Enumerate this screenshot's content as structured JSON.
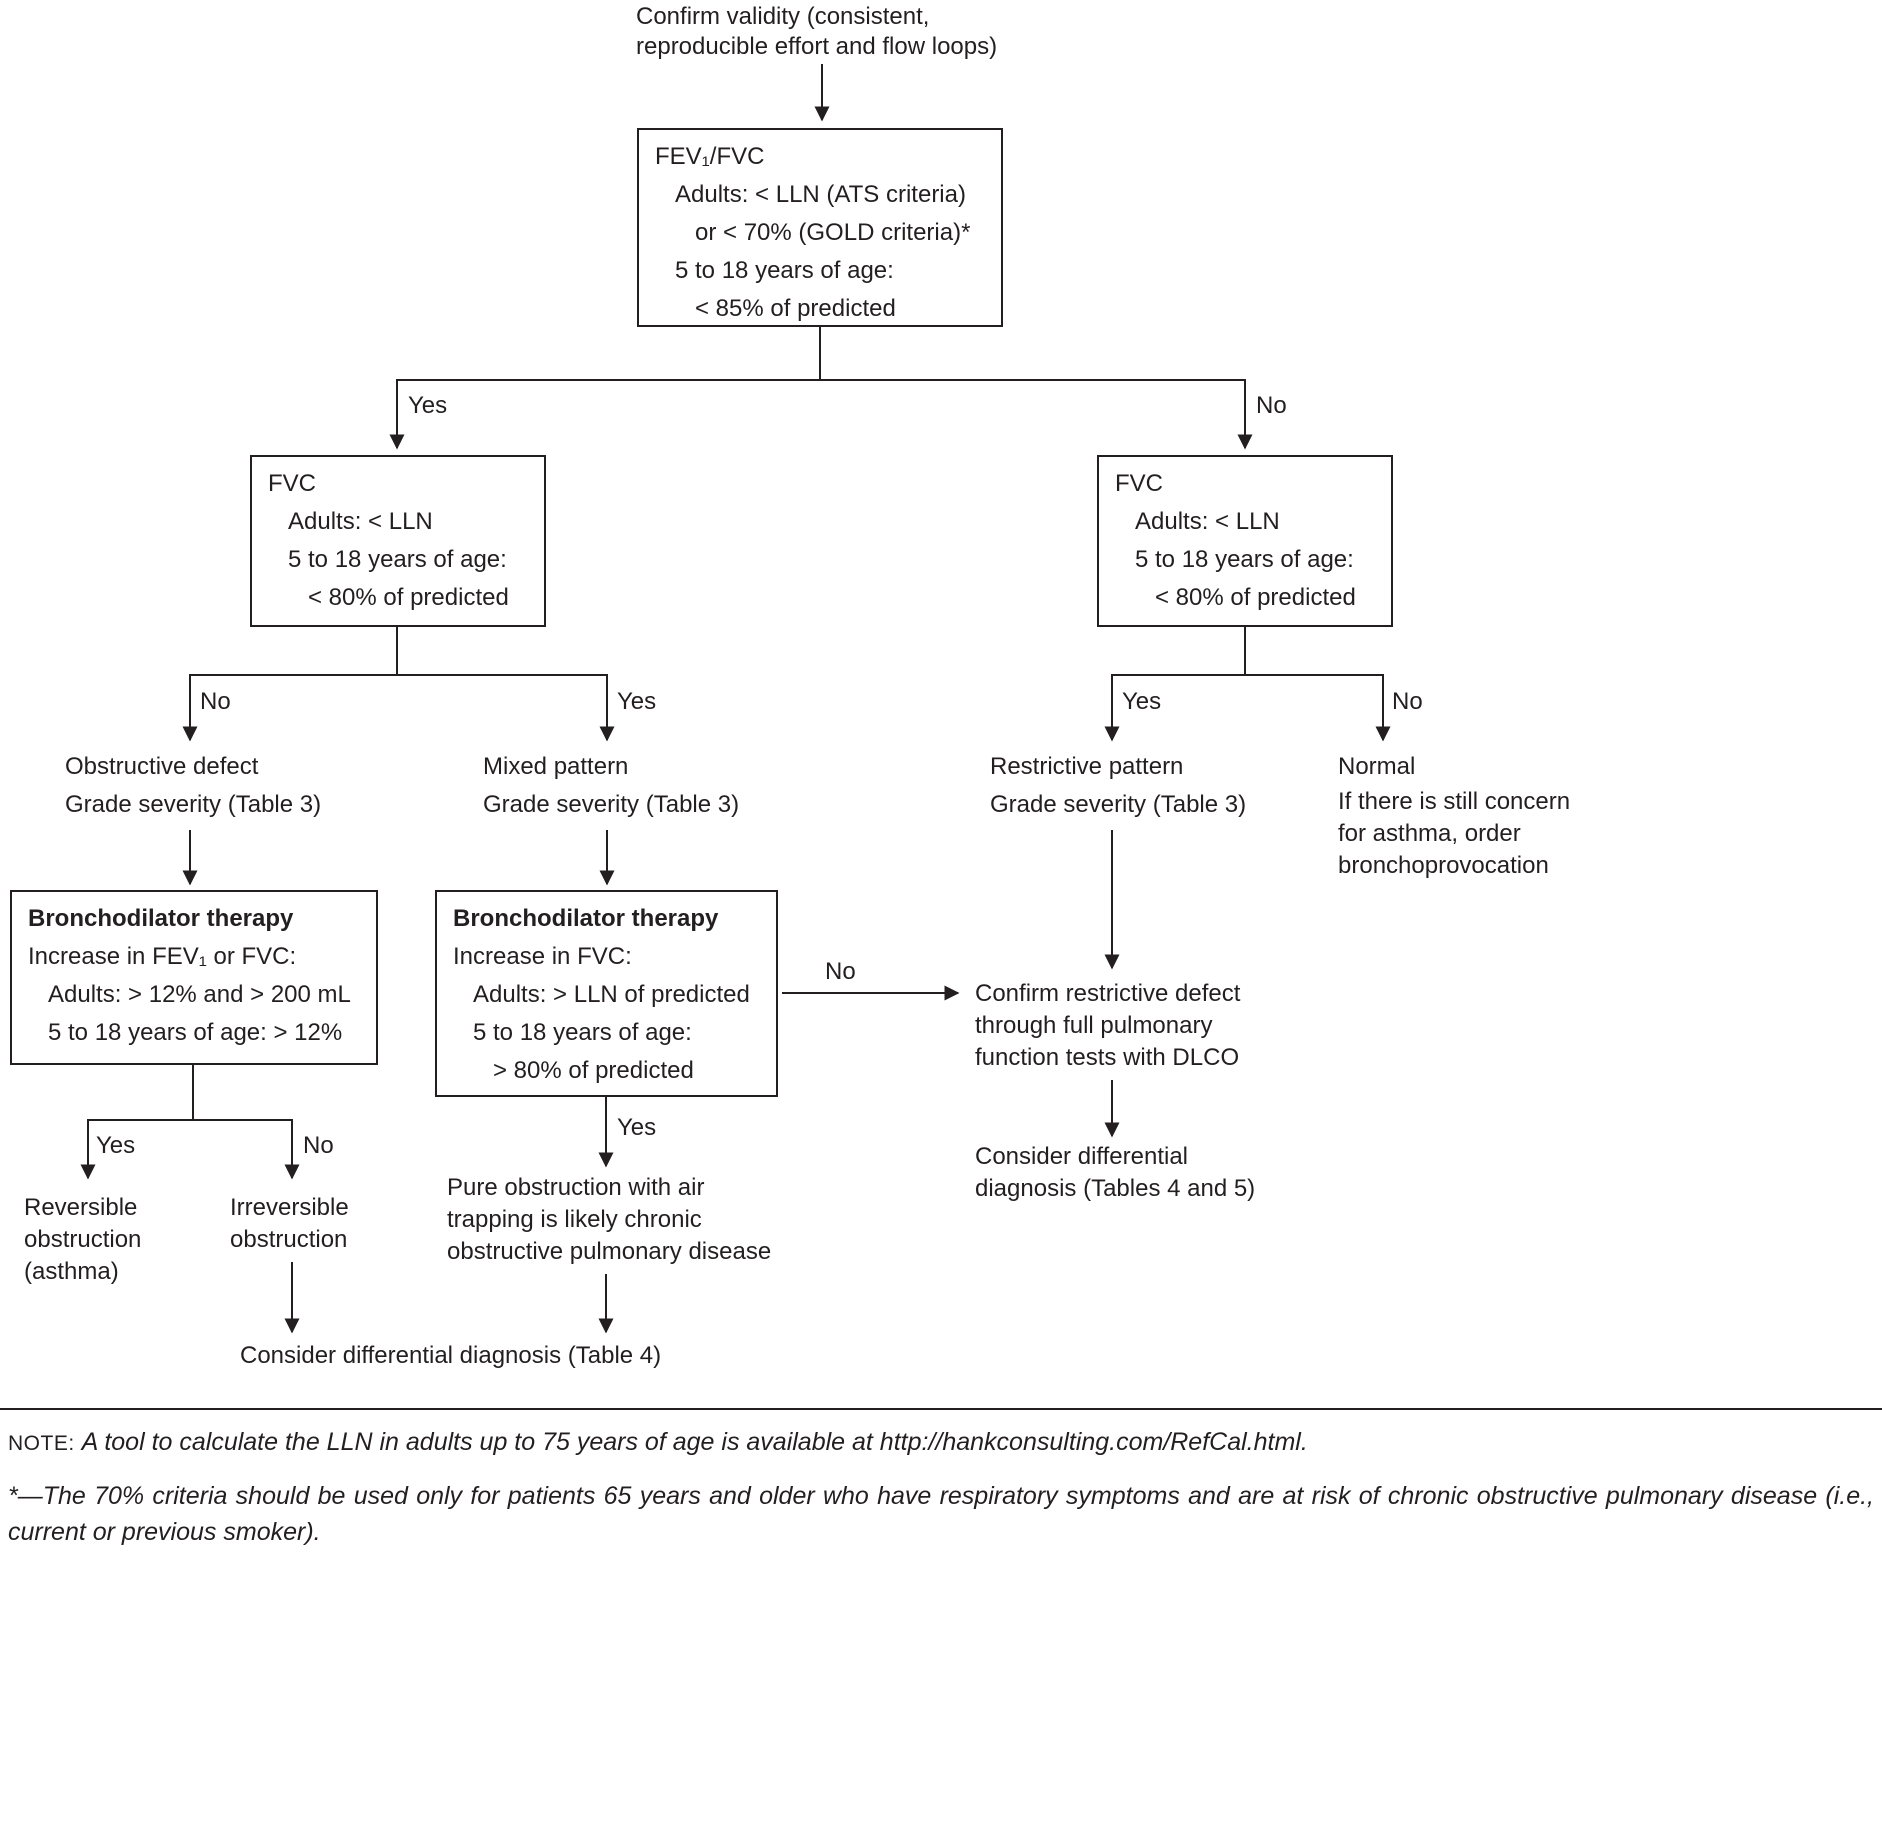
{
  "colors": {
    "ink": "#231f20",
    "background": "#ffffff"
  },
  "branch_labels": {
    "yes": "Yes",
    "no": "No"
  },
  "start": {
    "lines": [
      "Confirm validity (consistent,",
      "reproducible effort and flow loops)"
    ]
  },
  "fev_fvc_box": {
    "lines": [
      "FEV₁/FVC",
      "Adults: < LLN (ATS criteria)",
      "or < 70% (GOLD criteria)*",
      "5 to 18 years of age:",
      "< 85% of predicted"
    ]
  },
  "fvc_left_box": {
    "lines": [
      "FVC",
      "Adults: < LLN",
      "5 to 18 years of age:",
      "< 80% of predicted"
    ]
  },
  "fvc_right_box": {
    "lines": [
      "FVC",
      "Adults: < LLN",
      "5 to 18 years of age:",
      "< 80% of predicted"
    ]
  },
  "obstructive": {
    "lines": [
      "Obstructive defect",
      "Grade severity (Table 3)"
    ]
  },
  "mixed": {
    "lines": [
      "Mixed pattern",
      "Grade severity (Table 3)"
    ]
  },
  "restrictive": {
    "lines": [
      "Restrictive pattern",
      "Grade severity (Table 3)"
    ]
  },
  "normal": {
    "title": "Normal",
    "lines": [
      "If there is still concern",
      "for asthma, order",
      "bronchoprovocation"
    ]
  },
  "bd_obstructive_box": {
    "title": "Bronchodilator therapy",
    "lines": [
      "Increase in FEV₁ or FVC:",
      "Adults: > 12% and > 200 mL",
      "5 to 18 years of age: > 12%"
    ]
  },
  "bd_mixed_box": {
    "title": "Bronchodilator therapy",
    "lines": [
      "Increase in FVC:",
      "Adults: > LLN of predicted",
      "5 to 18 years of age:",
      "> 80% of predicted"
    ]
  },
  "confirm_restrictive": {
    "lines": [
      "Confirm restrictive defect",
      "through full pulmonary",
      "function tests with DLCO"
    ]
  },
  "consider_differential_right": {
    "lines": [
      "Consider differential",
      "diagnosis (Tables 4 and 5)"
    ]
  },
  "reversible": {
    "lines": [
      "Reversible",
      "obstruction",
      "(asthma)"
    ]
  },
  "irreversible": {
    "lines": [
      "Irreversible",
      "obstruction"
    ]
  },
  "pure_obstruction": {
    "lines": [
      "Pure obstruction with air",
      "trapping is likely chronic",
      "obstructive pulmonary disease"
    ]
  },
  "consider_differential_bottom": {
    "text": "Consider differential diagnosis (Table 4)"
  },
  "footer": {
    "note_label": "NOTE:",
    "note_text": "A tool to calculate the LLN in adults up to 75 years of age is available at http://hankconsulting.com/RefCal.html.",
    "footnote": "*—The 70% criteria should be used only for patients 65 years and older who have respiratory symptoms and are at risk of chronic obstructive pulmonary disease (i.e., current or previous smoker)."
  }
}
